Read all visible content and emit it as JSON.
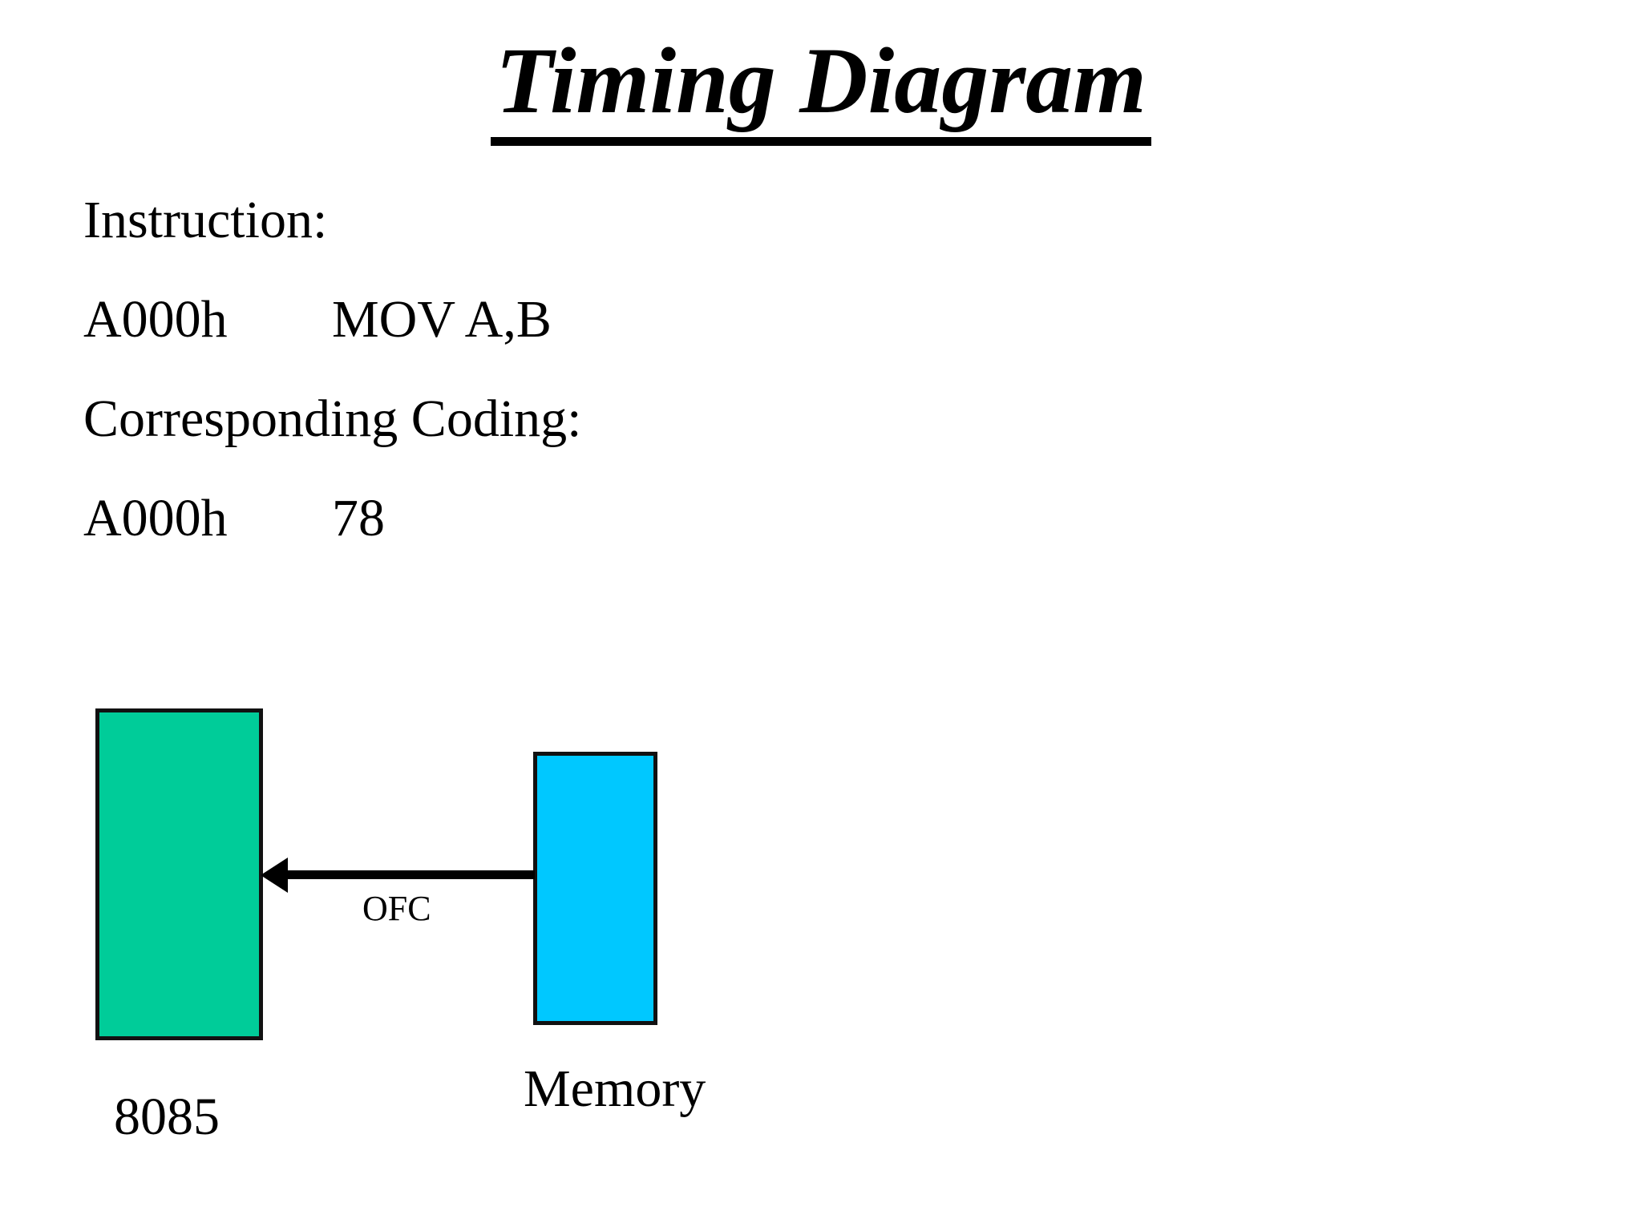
{
  "slide": {
    "title": "Timing Diagram",
    "background_color": "#FFFFFF"
  },
  "content": {
    "instruction_heading": "Instruction:",
    "instruction_row": {
      "address": "A000h",
      "mnemonic": "MOV A,B"
    },
    "coding_heading": "Corresponding Coding:",
    "coding_row": {
      "address": "A000h",
      "opcode": "78"
    }
  },
  "diagram": {
    "cpu_block": {
      "caption": "8085",
      "fill_color": "#00CC99",
      "border_color": "#111111"
    },
    "memory_block": {
      "caption": "Memory",
      "fill_color": "#00C8FF",
      "border_color": "#111111"
    },
    "connection": {
      "label": "OFC",
      "direction": "memory-to-cpu",
      "color": "#000000"
    }
  }
}
